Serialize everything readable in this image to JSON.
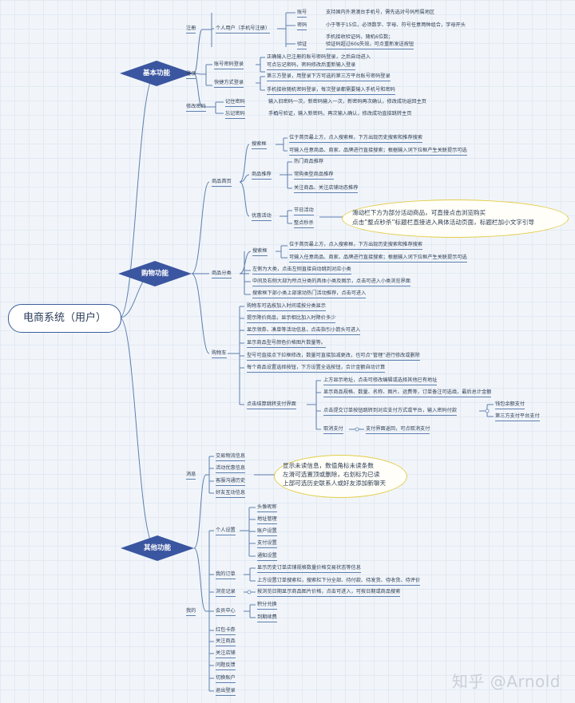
{
  "root": "电商系统（用户）",
  "branches": {
    "basic": "基本功能",
    "shopping": "购物功能",
    "other": "其他功能"
  },
  "basic": {
    "register": "注册",
    "personal_user": "个人用户（手机号注册）",
    "account_label": "账号",
    "account_desc": "支持国内外港澳台手机号，需先选对号码所属地区",
    "password_label": "密码",
    "password_desc": "小于等于15位，必须数字、字母、符号任意两种组合，字母开头",
    "verify_label": "验证",
    "verify_desc_1": "手机接收验证码，随机6位数；",
    "verify_desc_2": "验证码超过60s失效，可点重新发送按钮",
    "login": "登录",
    "pwd_login": "账号密码登录",
    "pwd_login_desc_1": "正确输入已注册的账号密码登录，之后自动进入",
    "pwd_login_desc_2": "可点忘记密码，密码修改后重新输入登录",
    "quick_login": "快捷方式登录",
    "quick_login_desc_1": "第三方登录，用登录下方可选的第三方平台账号密码登录",
    "quick_login_desc_2": "手机接收随机密码登录，每次登录都需要输入手机号和密码",
    "change_pwd": "修改密码",
    "remember_pwd": "记住密码",
    "remember_pwd_desc": "输入旧密码一次，新密码输入一次，新密码再次确认，修改成功返回主页",
    "forget_pwd": "忘记密码",
    "forget_pwd_desc": "手机号验证，输入新密码，再次输入确认，修改成功直接跳转主页"
  },
  "shopping": {
    "home": "商品首页",
    "search": "搜索框",
    "search_desc_1": "位于首页最上方，点入搜索框，下方出现历史搜索和推荐搜索",
    "search_desc_2": "可输入任意商品、商家、品牌进行直接搜索；根据输入词下拉框产生关联提示可选",
    "recommend": "商品推荐",
    "recommend_1": "热门商品推荐",
    "recommend_2": "常购类型商品推荐",
    "recommend_3": "关注商品、关注店铺动态推荐",
    "promo": "优惠活动",
    "promo_1": "节日活动",
    "promo_2": "整点秒杀",
    "callout1_line1": "滑动栏下方为部分活动商品，可直接点击浏览购买",
    "callout1_line2": "点击“整点秒杀”标题栏直接进入具体活动页面，标题栏加小文字引导",
    "category": "商品分类",
    "cat_search": "搜索框",
    "cat_search_desc_1": "位于首页最上方，点入搜索框，下方出现历史搜索和推荐搜索",
    "cat_search_desc_2": "可输入任意商品、商家、品牌进行直接搜索；根据输入词下拉框产生关联提示可选",
    "cat_left": "左侧为大类，点击左侧直接自动跳到对应小类",
    "cat_middle": "中间及右侧大部为所点分类的具体小类及图示，点击可进入小类浏览界面",
    "cat_bottom": "搜索框下部小类上部滚动热门活动推荐，点击可进入",
    "cart": "购物车",
    "cart_1": "购物车可选按加入时间或按分类显示",
    "cart_2": "提示降价商品，显示相比加入时降价多少",
    "cart_3": "显示领券、凑单等活动信息，点击指引小箭头可进入",
    "cart_4": "显示商品型号颜色价格图片数量等。",
    "cart_5": "型号可直接点下拉框修改，数量可直接加减更改，也可点“管理”进行修改或删除",
    "cart_6": "每个商品设置选择按钮，下方设置全选按钮，合计金额自动计算",
    "checkout": "点击结算跳转支付界面",
    "checkout_1": "上方显示地址，点击可修改编辑或选择其他已有地址",
    "checkout_2": "显示商品规格、数量、名称、图片、运费等，订单备注可选填，最后总计金额",
    "checkout_3": "点击提交订单按钮跳转到对应支付方式或平台，输入密码付款",
    "wallet_pay": "钱包余额支付",
    "third_pay": "第三方支付平台支付",
    "cancel_pay": "取消支付",
    "cancel_pay_desc": "支付界面返回，可点取消支付"
  },
  "other": {
    "message": "消息",
    "msg_1": "交易物流信息",
    "msg_2": "活动优惠信息",
    "msg_3": "客服沟通历史",
    "msg_4": "好友互动信息",
    "callout2_line1": "显示未读信息，数值角标未读条数",
    "callout2_line2": "左滑可选置顶或删除，右划标为已读",
    "callout2_line3": "上部可选历史联系人或好友添加新聊天",
    "mine": "我的",
    "settings": "个人设置",
    "avatar": "头像昵称",
    "address": "地址管理",
    "account_settings": "账户设置",
    "pay_settings": "支付设置",
    "notify_settings": "通知设置",
    "orders": "我的订单",
    "orders_desc_1": "显示历史订单店铺规格数量价格交易状态等信息",
    "orders_desc_2": "上方设置订单搜索栏，搜索栏下分全部、待付款、待发货、待收货、待评价",
    "history": "浏览记录",
    "history_desc": "按浏览日期显示商品图片价格，点击可进入，可按日期或商品搜索",
    "member": "会员中心",
    "points": "积分兑换",
    "renew": "到期续费",
    "coupons": "红包卡券",
    "fav_goods": "关注商品",
    "fav_shops": "关注店铺",
    "feedback": "问题反馈",
    "switch_account": "切换账户",
    "logout": "退出登录"
  },
  "watermark": "知乎 @Arnold",
  "colors": {
    "branch": "#3b56a0",
    "line": "#5e7fae",
    "callout_border": "#e4cd48"
  }
}
